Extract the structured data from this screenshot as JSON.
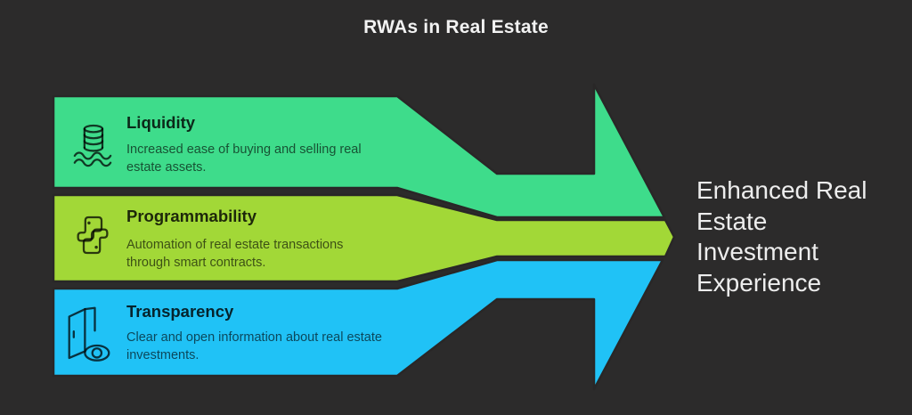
{
  "title": "RWAs in Real Estate",
  "colors": {
    "background": "#2c2b2b",
    "outline": "#292727"
  },
  "sections": [
    {
      "id": "liquidity",
      "label": "Liquidity",
      "description": "Increased ease of buying and selling real estate assets.",
      "color": "#3edc8b",
      "icon": "coins-waves-icon"
    },
    {
      "id": "programmability",
      "label": "Programmability",
      "description": "Automation of real estate transactions through smart contracts.",
      "color": "#a2d837",
      "icon": "python-icon"
    },
    {
      "id": "transparency",
      "label": "Transparency",
      "description": "Clear and open information about real estate investments.",
      "color": "#20c2f6",
      "icon": "door-eye-icon"
    }
  ],
  "outcome": {
    "text": "Enhanced Real Estate Investment Experience",
    "color": "#ededed"
  }
}
